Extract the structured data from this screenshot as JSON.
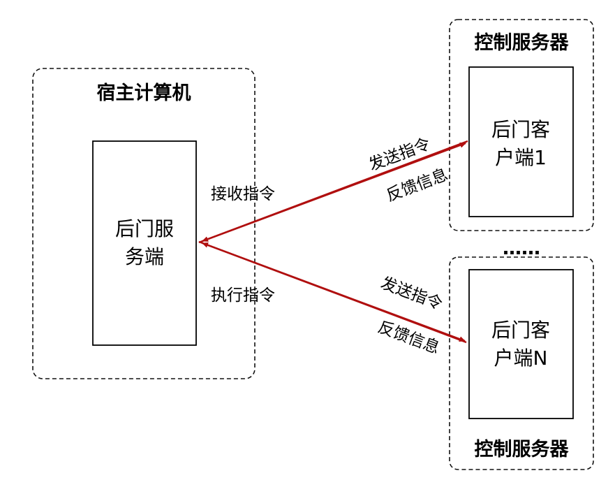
{
  "host": {
    "title": "宿主计算机",
    "server_line1": "后门服",
    "server_line2": "务端",
    "receive_label": "接收指令",
    "execute_label": "执行指令"
  },
  "control_top": {
    "title": "控制服务器",
    "client_line1": "后门客",
    "client_line2": "户端1",
    "send_label": "发送指令",
    "feedback_label": "反馈信息"
  },
  "ellipsis": "……",
  "control_bottom": {
    "title": "控制服务器",
    "client_line1": "后门客",
    "client_line2": "户端N",
    "send_label": "发送指令",
    "feedback_label": "反馈信息"
  },
  "colors": {
    "arrow": "#b00f0f"
  }
}
